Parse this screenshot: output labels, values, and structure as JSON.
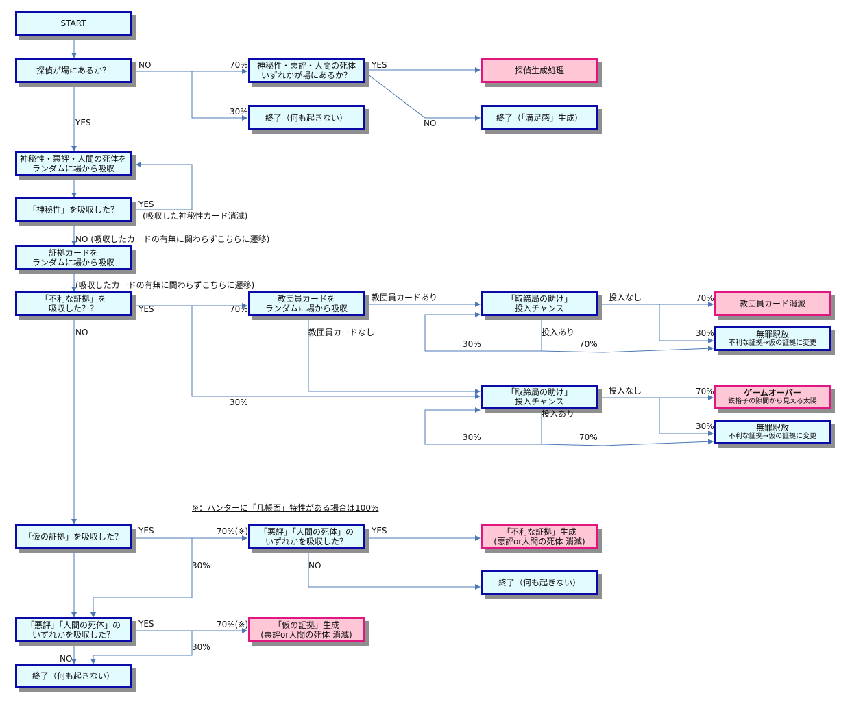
{
  "nodes": {
    "start": "START",
    "q_detective": "探偵が場にあるか？",
    "q_any_on_field": [
      "神秘性・悪評・人間の死体",
      "いずれかが場にあるか？"
    ],
    "detective_gen": "探偵生成処理",
    "end_nothing_1": "終了（何も起きない）",
    "end_satisfaction": "終了（「満足感」生成）",
    "absorb_random": [
      "神秘性・悪評・人間の死体を",
      "ランダムに場から吸収"
    ],
    "q_mystery": "「神秘性」を吸収した？",
    "absorb_evidence": [
      "証拠カードを",
      "ランダムに場から吸収"
    ],
    "q_unfavorable": [
      "「不利な証拠」を",
      "吸収した？？"
    ],
    "absorb_cultist": [
      "教団員カードを",
      "ランダムに場から吸収"
    ],
    "help_chance_1": [
      "「取締局の助け」",
      "投入チャンス"
    ],
    "help_chance_2": [
      "「取締局の助け」",
      "投入チャンス"
    ],
    "cultist_vanish": "教団員カード消滅",
    "acquit_1": {
      "title": "無罪釈放",
      "sub": "不利な証拠→仮の証拠に変更"
    },
    "game_over": {
      "title": "ゲームオーバー",
      "sub": "鉄格子の隙間から見える太陽"
    },
    "acquit_2": {
      "title": "無罪釈放",
      "sub": "不利な証拠→仮の証拠に変更"
    },
    "q_provisional": "「仮の証拠」を吸収した？",
    "q_bad_rep_1": [
      "「悪評」「人間の死体」の",
      "いずれかを吸収した？"
    ],
    "gen_unfavorable": [
      "「不利な証拠」生成",
      "(悪評or人間の死体 消滅)"
    ],
    "end_nothing_2": "終了（何も起きない）",
    "q_bad_rep_2": [
      "「悪評」「人間の死体」の",
      "いずれかを吸収した？"
    ],
    "gen_provisional": [
      "「仮の証拠」生成",
      "(悪評or人間の死体 消滅)"
    ],
    "end_nothing_3": "終了（何も起きない）"
  },
  "labels": {
    "no_1": "NO",
    "p70_1": "70%",
    "yes_1": "YES",
    "p30_1": "30%",
    "no_2": "NO",
    "yes_2": "YES",
    "yes_3": "YES",
    "yes_3_note": "(吸収した神秘性カード消滅)",
    "no_3": "NO (吸収したカードの有無に関わらずこちらに遷移)",
    "transit_note": "(吸収したカードの有無に関わらずこちらに遷移)",
    "yes_4": "YES",
    "p70_2": "70%",
    "no_4": "NO",
    "cult_yes": "教団員カードあり",
    "cult_no": "教団員カードなし",
    "p30_2": "30%",
    "none_1": "投入なし",
    "p70_3": "70%",
    "insert_1": "投入あり",
    "p30_3": "30%",
    "p30_4": "30%",
    "p70_4": "70%",
    "none_2": "投入なし",
    "p70_5": "70%",
    "insert_2": "投入あり",
    "p30_5": "30%",
    "p30_6": "30%",
    "p70_6": "70%",
    "note_hunter": "※：ハンターに「几帳面」特性がある場合は100%",
    "yes_5": "YES",
    "p70_7": "70%(※)",
    "yes_6": "YES",
    "no_5": "NO",
    "p30_7": "30%",
    "yes_7": "YES",
    "p70_8": "70%(※)",
    "p30_8": "30%",
    "no_6": "NO"
  },
  "colors": {
    "box_border": "#0a0aa8",
    "box_fill": "#e2fbff",
    "result_border": "#e0177f",
    "result_fill": "#ffc7d6",
    "line": "#4b78b4",
    "shadow": "#8f8f8f"
  }
}
